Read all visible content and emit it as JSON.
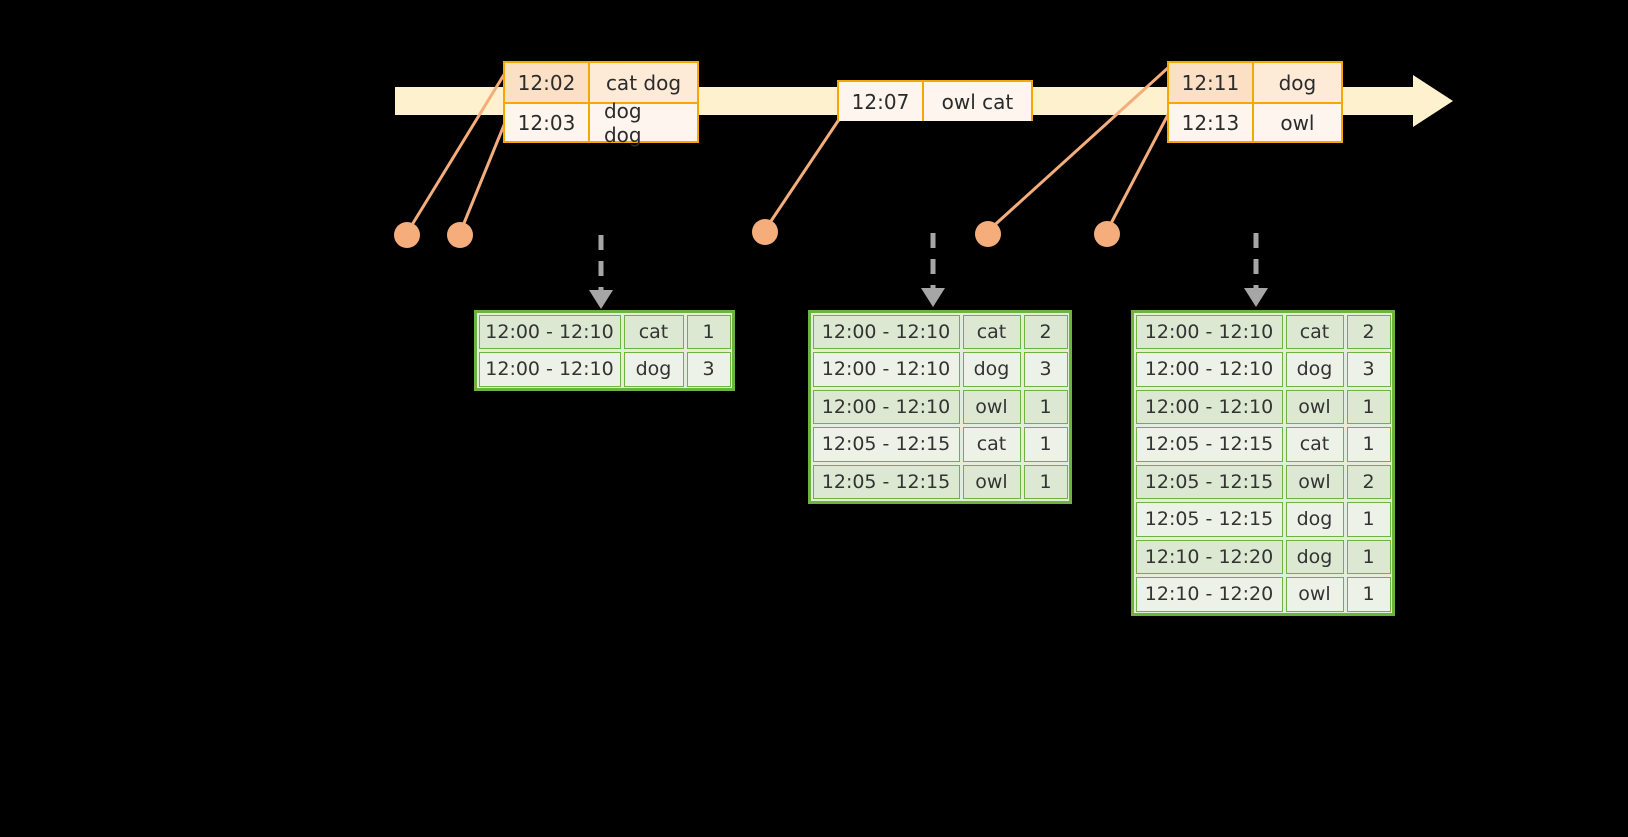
{
  "timeline": {
    "direction_icon": "right-arrow-icon",
    "events": [
      {
        "id": "event-box-1",
        "rows": [
          {
            "time": "12:02",
            "words": "cat dog"
          },
          {
            "time": "12:03",
            "words": "dog dog"
          }
        ]
      },
      {
        "id": "event-box-2",
        "rows": [
          {
            "time": "12:07",
            "words": "owl cat"
          }
        ]
      },
      {
        "id": "event-box-3",
        "rows": [
          {
            "time": "12:11",
            "words": "dog"
          },
          {
            "time": "12:13",
            "words": "owl"
          }
        ]
      }
    ]
  },
  "markers": {
    "dot_color": "#F4AD7B",
    "line_color": "#F4AD7B",
    "count": 5
  },
  "dashed_arrows": {
    "color": "#A6A6A6",
    "count": 3
  },
  "results": [
    {
      "id": "result-table-1",
      "rows": [
        {
          "window": "12:00 - 12:10",
          "word": "cat",
          "count": "1",
          "shade": "shade"
        },
        {
          "window": "12:00 - 12:10",
          "word": "dog",
          "count": "3",
          "shade": "plain"
        }
      ]
    },
    {
      "id": "result-table-2",
      "rows": [
        {
          "window": "12:00 - 12:10",
          "word": "cat",
          "count": "2",
          "shade": "shade"
        },
        {
          "window": "12:00 - 12:10",
          "word": "dog",
          "count": "3",
          "shade": "plain"
        },
        {
          "window": "12:00 - 12:10",
          "word": "owl",
          "count": "1",
          "shade": "shade"
        },
        {
          "window": "12:05 - 12:15",
          "word": "cat",
          "count": "1",
          "shade": "plain"
        },
        {
          "window": "12:05 - 12:15",
          "word": "owl",
          "count": "1",
          "shade": "shade"
        }
      ]
    },
    {
      "id": "result-table-3",
      "rows": [
        {
          "window": "12:00 - 12:10",
          "word": "cat",
          "count": "2",
          "shade": "shade"
        },
        {
          "window": "12:00 - 12:10",
          "word": "dog",
          "count": "3",
          "shade": "plain"
        },
        {
          "window": "12:00 - 12:10",
          "word": "owl",
          "count": "1",
          "shade": "shade"
        },
        {
          "window": "12:05 - 12:15",
          "word": "cat",
          "count": "1",
          "shade": "plain"
        },
        {
          "window": "12:05 - 12:15",
          "word": "owl",
          "count": "2",
          "shade": "shade"
        },
        {
          "window": "12:05 - 12:15",
          "word": "dog",
          "count": "1",
          "shade": "plain"
        },
        {
          "window": "12:10 - 12:20",
          "word": "dog",
          "count": "1",
          "shade": "shade"
        },
        {
          "window": "12:10 - 12:20",
          "word": "owl",
          "count": "1",
          "shade": "plain"
        }
      ]
    }
  ],
  "colors": {
    "timeline_fill": "#FDF1CE",
    "event_border": "#F5A800",
    "event_fill": "#FDEEDC",
    "table_border": "#6CB33F",
    "table_fill_shade": "#DDE8D2",
    "table_fill_plain": "#EDF2E8",
    "background": "#000000"
  }
}
